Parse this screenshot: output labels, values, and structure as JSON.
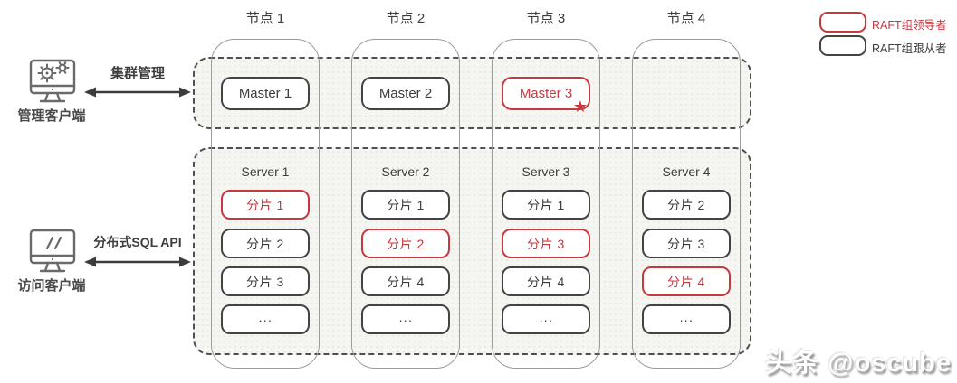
{
  "diagram": {
    "node_labels": [
      "节点 1",
      "节点 2",
      "节点 3",
      "节点 4"
    ],
    "masters": [
      {
        "label": "Master 1",
        "leader": false
      },
      {
        "label": "Master 2",
        "leader": false
      },
      {
        "label": "Master 3",
        "leader": true
      }
    ],
    "leader_star": "★",
    "servers": [
      {
        "title": "Server 1",
        "shards": [
          {
            "label": "分片 1",
            "leader": true
          },
          {
            "label": "分片 2",
            "leader": false
          },
          {
            "label": "分片 3",
            "leader": false
          },
          {
            "label": "···",
            "leader": false
          }
        ]
      },
      {
        "title": "Server 2",
        "shards": [
          {
            "label": "分片 1",
            "leader": false
          },
          {
            "label": "分片 2",
            "leader": true
          },
          {
            "label": "分片 4",
            "leader": false
          },
          {
            "label": "···",
            "leader": false
          }
        ]
      },
      {
        "title": "Server 3",
        "shards": [
          {
            "label": "分片 1",
            "leader": false
          },
          {
            "label": "分片 3",
            "leader": true
          },
          {
            "label": "分片 4",
            "leader": false
          },
          {
            "label": "···",
            "leader": false
          }
        ]
      },
      {
        "title": "Server 4",
        "shards": [
          {
            "label": "分片 2",
            "leader": false
          },
          {
            "label": "分片 3",
            "leader": false
          },
          {
            "label": "分片 4",
            "leader": true
          },
          {
            "label": "···",
            "leader": false
          }
        ]
      }
    ]
  },
  "clients": [
    {
      "label": "管理客户端",
      "arrow_label": "集群管理",
      "icon": "gear-monitor-icon"
    },
    {
      "label": "访问客户端",
      "arrow_label": "分布式SQL API",
      "icon": "code-monitor-icon"
    }
  ],
  "legend": [
    {
      "label": "RAFT组领导者",
      "color": "#c5393f"
    },
    {
      "label": "RAFT组跟从者",
      "color": "#434343"
    }
  ],
  "watermark": "头条 @oscube",
  "colors": {
    "leader_red": "#c5393f",
    "follower_dark": "#434343",
    "column_border": "#9b9b9b",
    "dashed_border": "#4f4f4f",
    "panel_fill": "#f5f5f2"
  }
}
